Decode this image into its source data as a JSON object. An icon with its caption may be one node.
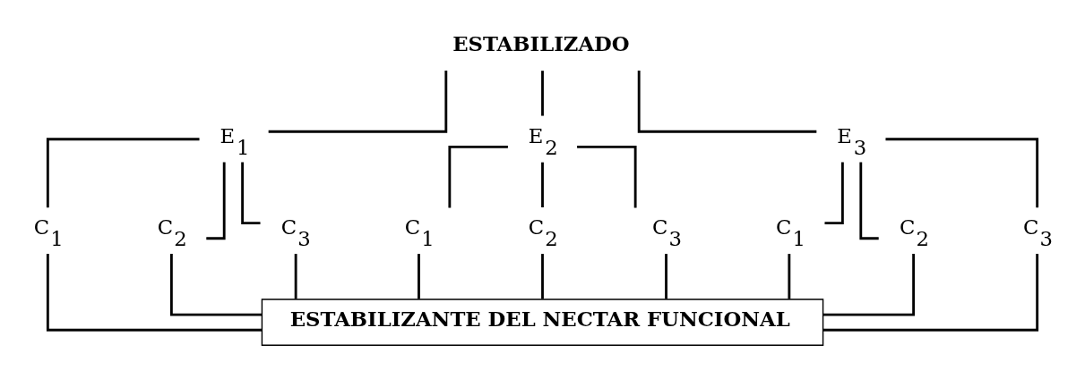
{
  "diagram": {
    "nodes": [
      {
        "text": [
          "ESTABILIZADO"
        ]
      },
      {
        "text": [
          "E$_{1}$"
        ]
      },
      {
        "text": [
          "E$_{2}$"
        ]
      },
      {
        "text": [
          "E$_{3}$"
        ]
      },
      {
        "text": [
          "C$_{1}$"
        ]
      },
      {
        "text": [
          "C$_{2}$"
        ]
      },
      {
        "text": [
          "C$_{3}$"
        ]
      },
      {
        "text": [
          "C$_{1}$"
        ]
      },
      {
        "text": [
          "C$_{2}$"
        ]
      },
      {
        "text": [
          "C$_{3}$"
        ]
      },
      {
        "text": [
          "C$_{1}$"
        ]
      },
      {
        "text": [
          "C$_{2}$"
        ]
      },
      {
        "text": [
          "C$_{3}$"
        ]
      },
      {
        "text": [
          "ESTABILIZANTE DEL NECTAR FUNCIONAL"
        ]
      }
    ],
    "edges": [
      {
        "from": 0,
        "to": 1,
        "arrow": "none"
      },
      {
        "from": 0,
        "to": 2,
        "arrow": "none"
      },
      {
        "from": 0,
        "to": 3,
        "arrow": "none"
      },
      {
        "from": 1,
        "to": 4,
        "arrow": "none"
      },
      {
        "from": 1,
        "to": 5,
        "arrow": "none"
      },
      {
        "from": 1,
        "to": 6,
        "arrow": "none"
      },
      {
        "from": 2,
        "to": 7,
        "arrow": "none"
      },
      {
        "from": 2,
        "to": 8,
        "arrow": "none"
      },
      {
        "from": 2,
        "to": 9,
        "arrow": "none"
      },
      {
        "from": 3,
        "to": 10,
        "arrow": "none"
      },
      {
        "from": 3,
        "to": 11,
        "arrow": "none"
      },
      {
        "from": 3,
        "to": 12,
        "arrow": "none"
      },
      {
        "from": 4,
        "to": 13,
        "arrow": "none"
      },
      {
        "from": 5,
        "to": 13,
        "arrow": "none"
      },
      {
        "from": 6,
        "to": 13,
        "arrow": "none"
      },
      {
        "from": 7,
        "to": 13,
        "arrow": "none"
      },
      {
        "from": 8,
        "to": 13,
        "arrow": "none"
      },
      {
        "from": 9,
        "to": 13,
        "arrow": "none"
      },
      {
        "from": 10,
        "to": 13,
        "arrow": "none"
      },
      {
        "from": 11,
        "to": 13,
        "arrow": "none"
      },
      {
        "from": 12,
        "to": 13,
        "arrow": "none"
      }
    ]
  }
}
